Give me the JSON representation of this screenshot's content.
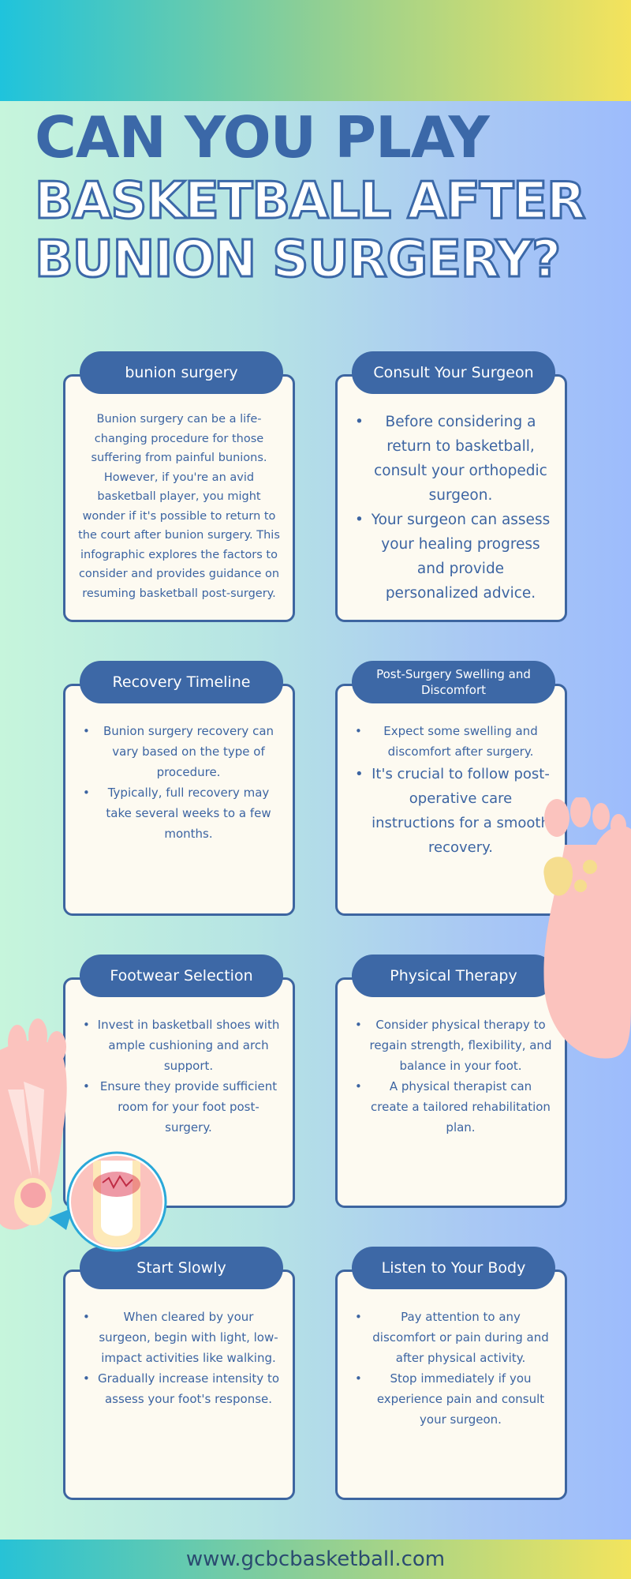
{
  "header": {
    "title_line1": "CAN YOU PLAY",
    "title_line2": "BASKETBALL AFTER",
    "title_line3": "BUNION SURGERY?"
  },
  "cards": {
    "bunion_surgery": {
      "title": "bunion surgery",
      "text": "Bunion surgery can be a life-changing procedure for those suffering from painful bunions. However, if you're an avid basketball player, you might wonder if it's possible to return to the court after bunion surgery. This infographic explores the factors to consider and provides guidance on resuming basketball post-surgery."
    },
    "consult_surgeon": {
      "title": "Consult Your Surgeon",
      "items": [
        "Before considering a return to basketball, consult your orthopedic surgeon.",
        "Your surgeon can assess your healing progress and provide personalized advice."
      ]
    },
    "recovery_timeline": {
      "title": "Recovery Timeline",
      "items": [
        "Bunion surgery recovery can vary based on the type of procedure.",
        "Typically, full recovery may take several weeks to a few months."
      ]
    },
    "swelling": {
      "title": "Post-Surgery Swelling and Discomfort",
      "items": [
        "Expect some swelling and discomfort after surgery.",
        "It's crucial to follow post-operative care instructions for a smooth recovery."
      ]
    },
    "footwear": {
      "title": "Footwear Selection",
      "items": [
        "Invest in basketball shoes with ample cushioning and arch support.",
        "Ensure they provide sufficient room for your foot post-surgery."
      ]
    },
    "physical_therapy": {
      "title": "Physical Therapy",
      "items": [
        "Consider physical therapy to regain strength, flexibility, and balance in your foot.",
        "A physical therapist can create a tailored rehabilitation plan."
      ]
    },
    "start_slowly": {
      "title": "Start Slowly",
      "items": [
        "When cleared by your surgeon, begin with light, low-impact activities like walking.",
        "Gradually increase intensity to assess your foot's response."
      ]
    },
    "listen_body": {
      "title": "Listen to Your Body",
      "items": [
        "Pay attention to any discomfort or pain during and after physical activity.",
        "Stop immediately if you experience pain and consult your surgeon."
      ]
    }
  },
  "footer": {
    "url": "www.gcbcbasketball.com"
  },
  "colors": {
    "primary": "#3d68a6",
    "card_bg": "#fdfaf1",
    "foot_skin": "#fbc3be",
    "inflammation": "#e0455c"
  },
  "icons": [
    "foot-sole-illustration",
    "bunion-foot-illustration"
  ]
}
